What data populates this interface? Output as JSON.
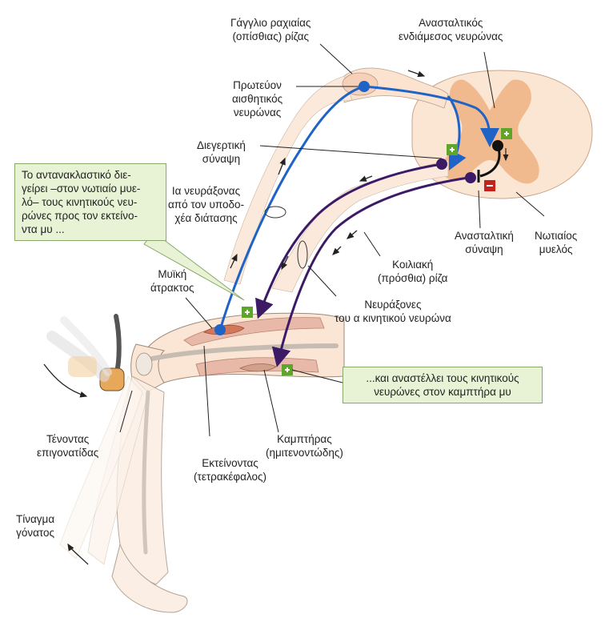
{
  "labels": {
    "ganglion": [
      "Γάγγλιο ραχιαίας",
      "(οπίσθιας) ρίζας"
    ],
    "inhibitory_interneuron": [
      "Ανασταλτικός",
      "ενδιάμεσος νευρώνας"
    ],
    "primary_sensory": [
      "Πρωτεύον",
      "αισθητικός",
      "νευρώνας"
    ],
    "excitatory_synapse": [
      "Διεγερτική",
      "σύναψη"
    ],
    "ia_axons": [
      "Ια νευράξονας",
      "από τον υποδο-",
      "χέα διάτασης"
    ],
    "inhibitory_synapse": [
      "Ανασταλτική",
      "σύναψη"
    ],
    "spinal_cord": [
      "Νωτιαίος",
      "μυελός"
    ],
    "ventral_root": [
      "Κοιλιακή",
      "(πρόσθια) ρίζα"
    ],
    "muscle_spindle": [
      "Μυϊκή",
      "άτρακτος"
    ],
    "alpha_motor_axons": [
      "Νευράξονες",
      "του α κινητικού νευρώνα"
    ],
    "patellar_tendon": [
      "Τένοντας",
      "επιγονατίδας"
    ],
    "extensor": [
      "Εκτείνοντας",
      "(τετρακέφαλος)"
    ],
    "flexor": [
      "Καμπτήρας",
      "(ημιτενοντώδης)"
    ],
    "knee_jerk": [
      "Τίναγμα",
      "γόνατος"
    ]
  },
  "callouts": {
    "excites": [
      "Το αντανακλαστικό διε-",
      "γείρει –στον νωτιαίο μυε-",
      "λό– τους κινητικούς νευ-",
      "ρώνες προς τον εκτείνο-",
      "ντα μυ ..."
    ],
    "inhibits": [
      "...και αναστέλλει τους κινητικούς",
      "νευρώνες στον καμπτήρα μυ"
    ]
  },
  "colors": {
    "sensory_neuron": "#1f63c6",
    "motor_neuron": "#3c1a66",
    "interneuron": "#111111",
    "excitatory_badge": "#5fa52c",
    "inhibitory_badge": "#c4231c",
    "spinal_grey_matter": "#f0b68a",
    "spinal_white_matter": "#fbe6d4",
    "muscle": "#e8b9a8",
    "callout_fill": "#e8f3d6"
  }
}
